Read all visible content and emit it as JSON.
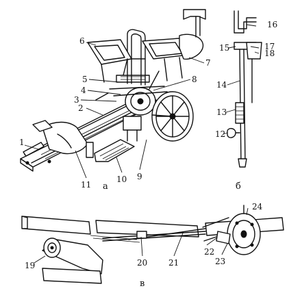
{
  "figure": {
    "panels": [
      {
        "id": "a",
        "label": "а"
      },
      {
        "id": "b",
        "label": "б"
      },
      {
        "id": "v",
        "label": "в"
      }
    ],
    "callouts": [
      "1",
      "2",
      "3",
      "4",
      "5",
      "6",
      "7",
      "8",
      "9",
      "10",
      "11",
      "12",
      "13",
      "14",
      "15",
      "16",
      "17",
      "18",
      "19",
      "20",
      "21",
      "22",
      "23",
      "24"
    ]
  }
}
